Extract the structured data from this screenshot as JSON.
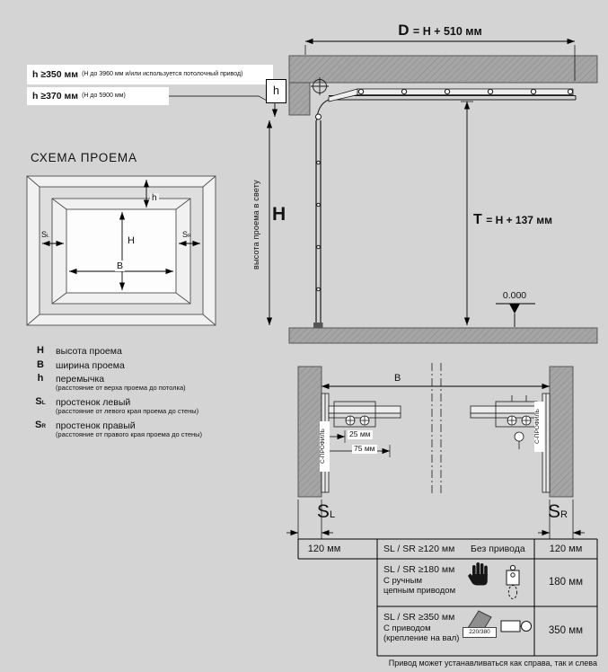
{
  "top_notes": {
    "note1_main": "h ≥350 мм",
    "note1_detail": "(H до 3960 мм и/или используется потолочный привод)",
    "note2_main": "h ≥370 мм",
    "note2_detail": "(H до 5900 мм)"
  },
  "opening_scheme": {
    "title": "СХЕМА ПРОЕМА",
    "dim_h": "h",
    "dim_height": "H",
    "dim_width": "B",
    "sl_main": "S",
    "sl_sub": "L",
    "sr_main": "S",
    "sr_sub": "R"
  },
  "legend": [
    {
      "sym": "H",
      "sub": "",
      "text": "высота проема",
      "note": ""
    },
    {
      "sym": "B",
      "sub": "",
      "text": "ширина проема",
      "note": ""
    },
    {
      "sym": "h",
      "sub": "",
      "text": "перемычка",
      "note": "(расстояние от верха проема до потолка)"
    },
    {
      "sym": "S",
      "sub": "L",
      "text": "простенок левый",
      "note": "(расстояние от левого края проема до стены)"
    },
    {
      "sym": "S",
      "sub": "R",
      "text": "простенок правый",
      "note": "(расстояние от правого края проема до стены)"
    }
  ],
  "side_view": {
    "dim_d_sym": "D",
    "dim_d_val": "= H + 510 мм",
    "lintel_h": "h",
    "clear_height_label": "высота проема в свету",
    "dim_height": "H",
    "dim_t_sym": "T",
    "dim_t_val": "= H + 137 мм",
    "level_mark": "0.000"
  },
  "plan_view": {
    "dim_width": "B",
    "dim_25": "25 мм",
    "dim_75": "75 мм",
    "c_profile_left": "С-ПРОФИЛЬ",
    "c_profile_right": "С-ПРОФИЛЬ",
    "sl_main": "S",
    "sl_sub": "L",
    "sr_main": "S",
    "sr_sub": "R"
  },
  "table": {
    "row1": {
      "left_value": "120 мм",
      "requirement": "SL / SR ≥120 мм",
      "description": "Без привода",
      "right_value": "120 мм"
    },
    "row2": {
      "requirement": "SL / SR ≥180 мм",
      "description1": "С ручным",
      "description2": "цепным приводом",
      "right_value": "180 мм"
    },
    "row3": {
      "requirement": "SL / SR ≥350 мм",
      "description1": "С приводом",
      "description2": "(крепление на вал)",
      "right_value": "350 мм",
      "power_label": "220/380"
    },
    "footer": "Привод может устанавливаться как справа, так и слева"
  },
  "icons": {
    "hand": "hand-icon",
    "chain_hoist": "chain-hoist-icon",
    "power_supply": "power-220-380-icon",
    "shaft_motor": "shaft-motor-icon",
    "crosshair": "crosshair-icon",
    "level_datum": "level-datum-icon"
  },
  "colors": {
    "background": "#d4d4d4",
    "wall_fill": "#a5a5a5",
    "line": "#000000",
    "white": "#ffffff"
  }
}
